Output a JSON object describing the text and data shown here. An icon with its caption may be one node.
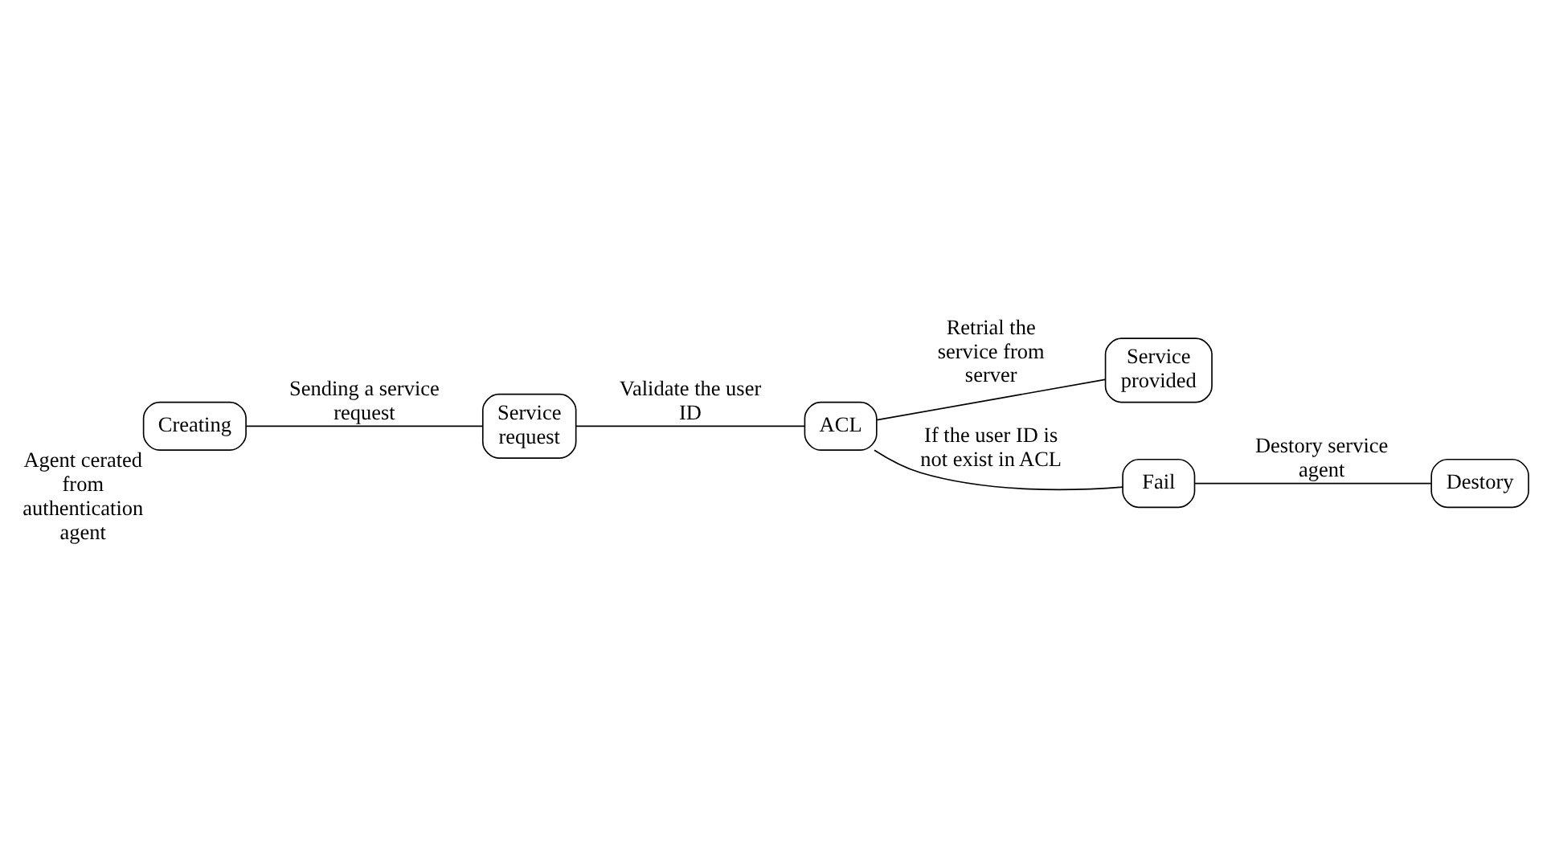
{
  "diagram": {
    "nodes": [
      {
        "text": [
          "Service provided"
        ]
      },
      {
        "text": [
          "Creating"
        ],
        "beside": [
          "Agent cerated from authentication agent"
        ]
      },
      {
        "text": [
          "Service request"
        ]
      },
      {
        "text": [
          "ACL"
        ]
      },
      {
        "text": [
          "Fail"
        ]
      },
      {
        "text": [
          "Destory"
        ]
      }
    ],
    "edges": [
      {
        "from": 1,
        "to": 2,
        "arrow": "none",
        "label": "Sending a service request"
      },
      {
        "from": 2,
        "to": 3,
        "arrow": "none",
        "label": "Validate the user ID"
      },
      {
        "from": 3,
        "to": 0,
        "arrow": "none",
        "label": "Retrial the service from server"
      },
      {
        "from": 3,
        "to": 4,
        "arrow": "none",
        "label": "If the user ID is not exist in ACL"
      },
      {
        "from": 4,
        "to": 5,
        "arrow": "none",
        "label": "Destory service agent"
      }
    ]
  }
}
